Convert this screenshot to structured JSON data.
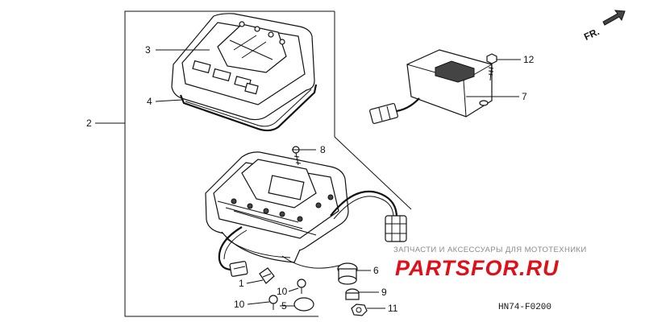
{
  "callouts": {
    "c1": "1",
    "c2": "2",
    "c3": "3",
    "c4": "4",
    "c5": "5",
    "c6": "6",
    "c7": "7",
    "c8": "8",
    "c9": "9",
    "c10a": "10",
    "c10b": "10",
    "c11": "11",
    "c12": "12"
  },
  "direction_label": "FR.",
  "diagram_code": "HN74-F0200",
  "watermark": {
    "caption": "ЗАПЧАСТИ И АКСЕССУАРЫ ДЛЯ МОТОТЕХНИКИ",
    "logo_text": "PARTSFOR.RU"
  },
  "colors": {
    "line": "#111111",
    "watermark_red": "#e0101a",
    "watermark_gray": "#8a8a8a"
  }
}
